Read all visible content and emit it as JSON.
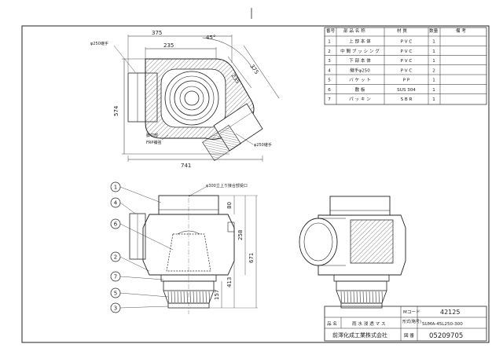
{
  "parts_table": {
    "headers": [
      "番号",
      "部 品 名 称",
      "材 質",
      "数量",
      "備 考"
    ],
    "rows": [
      [
        "1",
        "上 部 本 体",
        "P V C",
        "1",
        ""
      ],
      [
        "2",
        "中 間 ブ ッ シ ン グ",
        "P V C",
        "1",
        ""
      ],
      [
        "3",
        "下 部 本 体",
        "P V C",
        "1",
        ""
      ],
      [
        "4",
        "継手φ250",
        "P V C",
        "2",
        ""
      ],
      [
        "5",
        "バ ケ ッ ト",
        "P P",
        "1",
        ""
      ],
      [
        "6",
        "敷 板",
        "SUS 304",
        "1",
        ""
      ],
      [
        "7",
        "パ ッ キ ン",
        "S B R",
        "1",
        ""
      ]
    ]
  },
  "top_view": {
    "dims": {
      "d375": "375",
      "d235": "235",
      "angle": "45°",
      "d574": "574",
      "d741": "741",
      "d235b": "235",
      "d375b": "375"
    },
    "labels": {
      "inlet_left": "φ250継手",
      "outlet_right": "φ250継手",
      "note1": "脚付部",
      "note2": "FRP補強"
    }
  },
  "front_view": {
    "dims": {
      "d80": "80",
      "d258": "258",
      "d671": "671",
      "d413": "413",
      "d157": "157"
    },
    "label_top": "φ300立上り接合部受口",
    "balloons": [
      "1",
      "4",
      "6",
      "2",
      "7",
      "5",
      "3"
    ]
  },
  "title_block": {
    "mcode_label": "Mコード",
    "mcode_value": "42125",
    "name_label": "品 名",
    "name_value": "雨 水 浸 透 マ ス",
    "model_label": "形式(略号)",
    "model_value": "SUMA-45L250-300",
    "company": "前澤化成工業株式会社",
    "drawing_label": "図 番",
    "drawing_no": "05209705"
  }
}
